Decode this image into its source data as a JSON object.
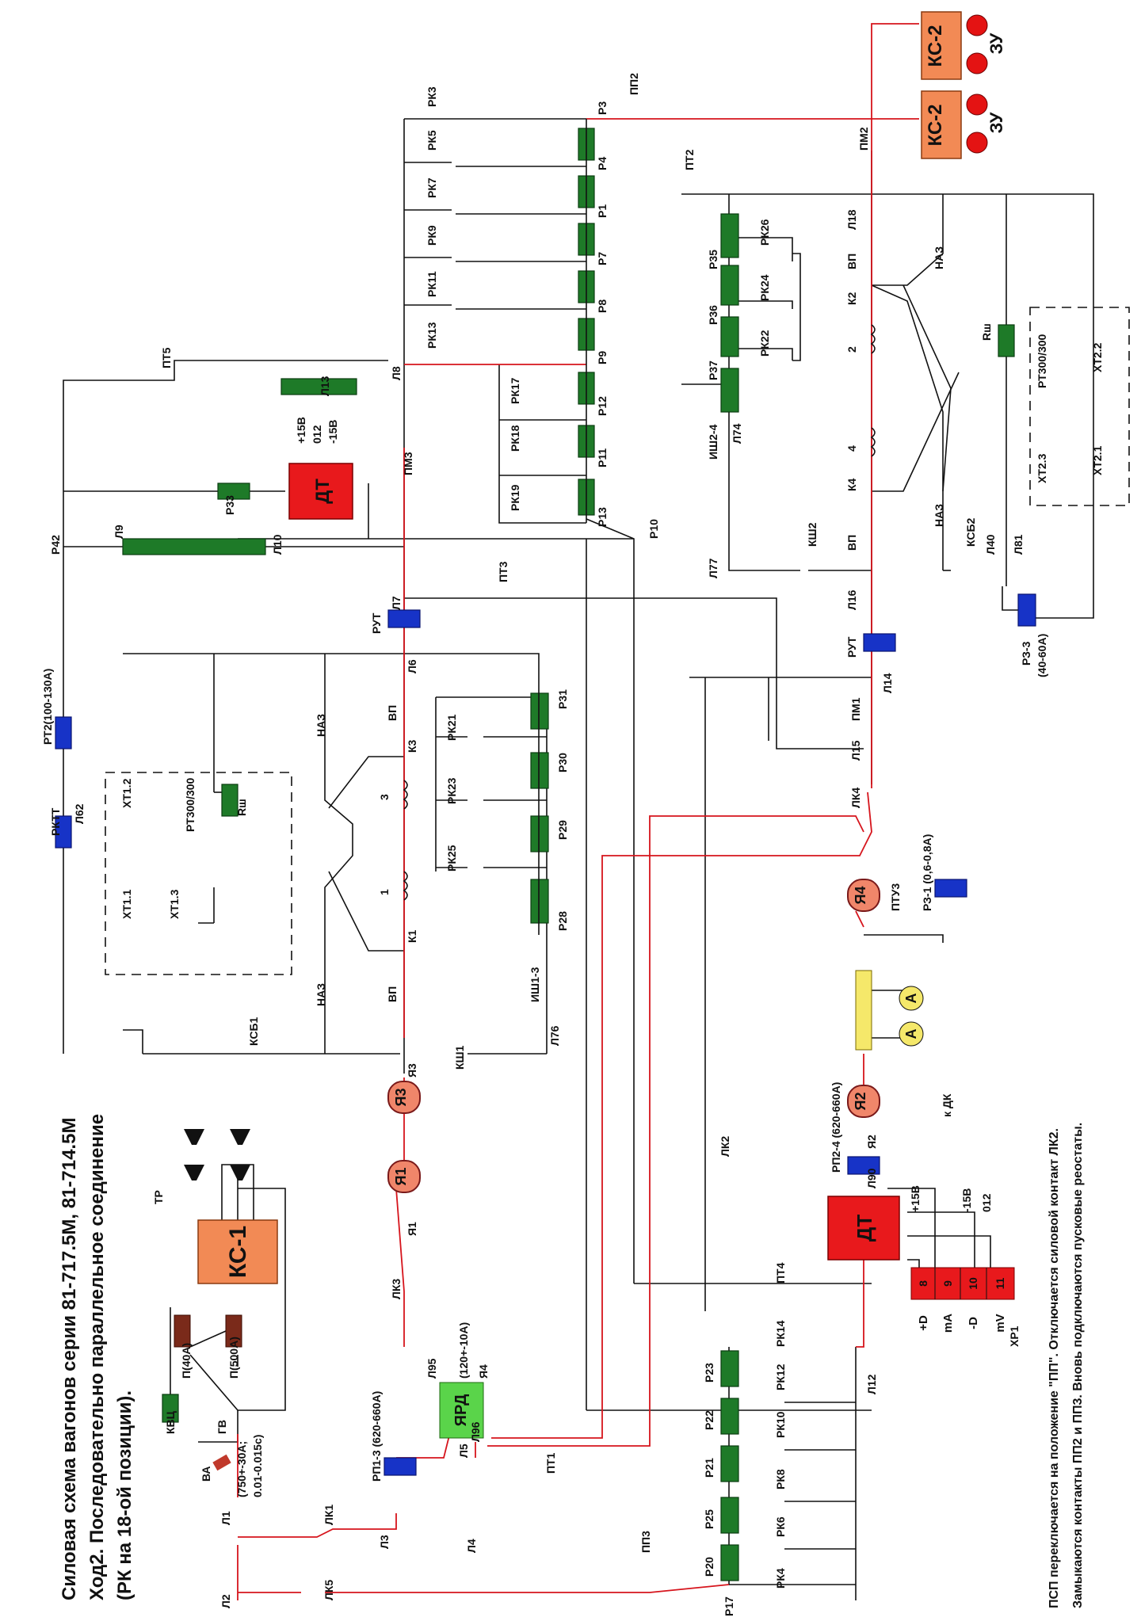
{
  "title_lines": [
    "Силовая схема вагонов серии 81-717.5М, 81-714.5М",
    "Ход2. Последовательно параллельное соединение",
    "(РК на 18-ой позиции)."
  ],
  "notes": [
    "ПСП переключается на положение \"ПП\". Отключается силовой контакт ЛК2.",
    "Замыкаются контакты ПП2 и ПП3. Вновь подключаются пусковые реостаты."
  ],
  "colors": {
    "energized": "#d6141c",
    "wire": "#111111",
    "resistor": "#1e7a28",
    "coil": "#1733c7",
    "motor": "#f0866a",
    "box_orange": "#f28a55",
    "box_red": "#e8191c",
    "yard": "#5ad44a",
    "ammeter": "#f5e86a"
  },
  "labels": {
    "ks1": "КС-1",
    "ks2a": "КС-2",
    "ks2b": "КС-2",
    "zu1": "ЗУ",
    "zu2": "ЗУ",
    "tr": "ТР",
    "kvc": "КВЦ",
    "gv": "ГВ",
    "va": "ВА",
    "va_rating": "(750+-30А;",
    "va_rating2": "0.01-0.015с)",
    "p40": "П(40А)",
    "p500": "П(500А)",
    "l1": "Л1",
    "l2": "Л2",
    "l3": "Л3",
    "l4": "Л4",
    "l5": "Л5",
    "lk1": "ЛК1",
    "lk5": "ЛК5",
    "lk3": "ЛК3",
    "lk2": "ЛК2",
    "lk4": "ЛК4",
    "rp13": "РП1-3 (620-660А)",
    "rp24": "РП2-4 (620-660А)",
    "yard": "ЯРД",
    "yard_rating": "(120+-10А)",
    "l95": "Л95",
    "l96": "Л96",
    "ya4": "Я4",
    "ya1": "Я1",
    "ya2": "Я2",
    "ya3": "Я3",
    "ya4m": "Я4",
    "ya1w": "Я1",
    "ya2w": "Я2",
    "ya3w": "Я3",
    "pt1": "ПТ1",
    "pp3": "ПП3",
    "p17": "Р17",
    "p20": "Р20",
    "p25": "Р25",
    "p21": "Р21",
    "p22": "Р22",
    "p23": "Р23",
    "rk4": "РК4",
    "rk6": "РК6",
    "rk8": "РК8",
    "rk10": "РК10",
    "rk12": "РК12",
    "rk14": "РК14",
    "l12": "Л12",
    "pt4": "ПТ4",
    "dt": "ДТ",
    "dt_minus": "-",
    "dt_plus": "+",
    "l90": "Л90",
    "p15v": "+15В",
    "m15v": "-15В",
    "v012": "012",
    "kdk": "к ДК",
    "xp1": "ХР1",
    "xp_pins": [
      "8",
      "9",
      "10",
      "11"
    ],
    "xp_names": [
      "+D",
      "mA",
      "-D",
      "mV"
    ],
    "amp": "А",
    "rz1": "РЗ-1 (0,6-0,8А)",
    "ptu3": "ПТУ3",
    "ksh1": "КШ1",
    "ksb1": "КСБ1",
    "l76": "Л76",
    "ish13": "ИШ1-3",
    "naz": "НАЗ",
    "vp": "ВП",
    "k1": "К1",
    "k3": "К3",
    "w1": "1",
    "w3": "3",
    "xt11": "ХТ1.1",
    "xt12": "ХТ1.2",
    "xt13": "ХТ1.3",
    "rt300": "РТ300/300",
    "rsh": "Rш",
    "rktt": "РКТТ",
    "l62": "Л62",
    "rt2": "РТ2(100-130А)",
    "p42": "Р42",
    "l6": "Л6",
    "l7": "Л7",
    "rut": "РУТ",
    "p28": "Р28",
    "p29": "Р29",
    "p30": "Р30",
    "p31": "Р31",
    "rk21": "РК21",
    "rk23": "РК23",
    "rk25": "РК25",
    "pt3": "ПТ3",
    "pt5": "ПТ5",
    "l9": "Л9",
    "l10": "Л10",
    "l13": "Л13",
    "l8": "Л8",
    "p33": "Р33",
    "pm3": "ПМ3",
    "p10": "Р10",
    "rk3": "РК3",
    "rk5": "РК5",
    "rk7": "РК7",
    "rk9": "РК9",
    "rk11": "РК11",
    "rk13": "РК13",
    "rk17": "РК17",
    "rk18": "РК18",
    "rk19": "РК19",
    "p3": "Р3",
    "p4": "Р4",
    "p1": "Р1",
    "p7": "Р7",
    "p8": "Р8",
    "p9": "Р9",
    "p12": "Р12",
    "p11": "Р11",
    "p13": "Р13",
    "pp2": "ПП2",
    "pt2": "ПТ2",
    "p35": "Р35",
    "p36": "Р36",
    "p37": "Р37",
    "rk26": "РК26",
    "rk24": "РК24",
    "rk22": "РК22",
    "ish24": "ИШ2-4",
    "l74": "Л74",
    "l77": "Л77",
    "ksh2": "КШ2",
    "pm2": "ПМ2",
    "l18": "Л18",
    "k2": "К2",
    "k4": "К4",
    "w2": "2",
    "w4": "4",
    "l16": "Л16",
    "l14": "Л14",
    "pm1": "ПМ1",
    "l15": "Л15",
    "ksb2": "КСБ2",
    "l40": "Л40",
    "l81": "Л81",
    "rz3": "РЗ-3",
    "rz3_rating": "(40-60А)",
    "xt21": "ХТ2.1",
    "xt22": "ХТ2.2",
    "xt23": "ХТ2.3"
  }
}
